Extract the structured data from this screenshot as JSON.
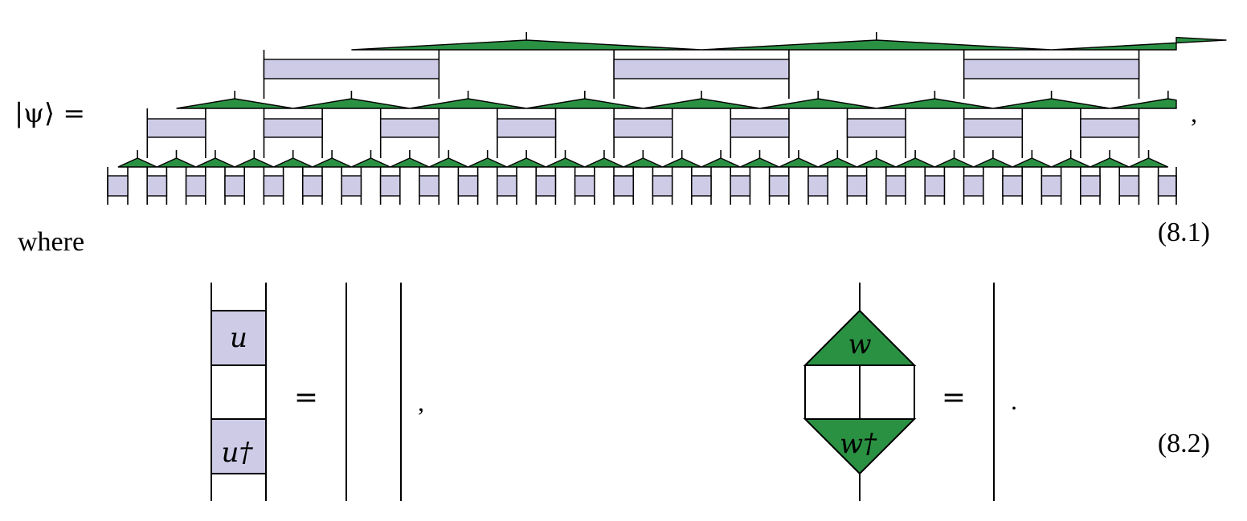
{
  "equation_1": {
    "lhs": "|ψ⟩ =",
    "trailing_punct": ",",
    "number": "(8.1)"
  },
  "connector_text": "where",
  "equation_2": {
    "left_top_label": "u",
    "left_bottom_label": "u†",
    "left_equals": "=",
    "left_punct": ",",
    "right_top_label": "w",
    "right_bottom_label": "w†",
    "right_equals": "=",
    "right_punct": ".",
    "number": "(8.2)"
  },
  "colors": {
    "disentangler_fill": "#cdcbe6",
    "isometry_fill": "#2a9142",
    "line": "#000000"
  },
  "icons": {
    "disentangler": "lavender-rectangle",
    "isometry": "green-triangle"
  }
}
